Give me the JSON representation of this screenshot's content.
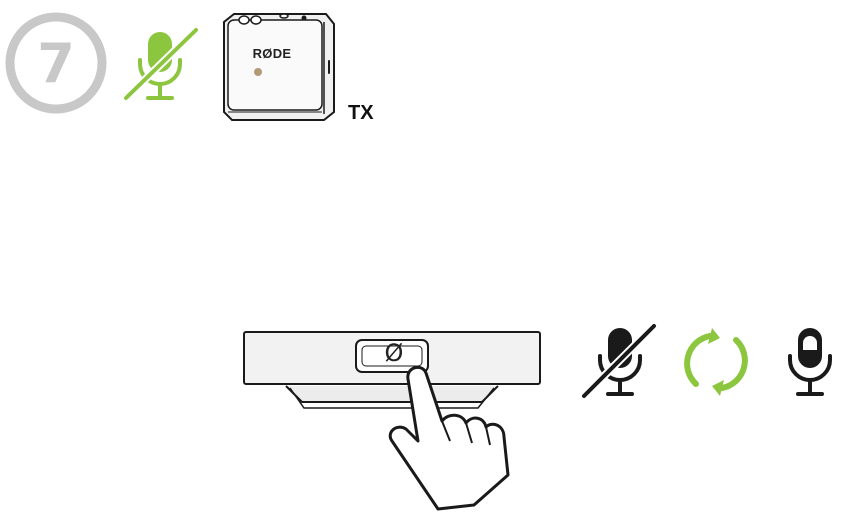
{
  "step": {
    "number": "7"
  },
  "device": {
    "brand": "RØDE",
    "label": "TX"
  },
  "receiver": {
    "button_symbol": "Ø"
  },
  "sequence_icons": [
    "muted-mic-icon",
    "cycle-arrows-icon",
    "mic-icon"
  ],
  "colors": {
    "accent_green": "#8cc63f",
    "badge_gray": "#c8c8c8",
    "outline": "#1a1a1a"
  }
}
